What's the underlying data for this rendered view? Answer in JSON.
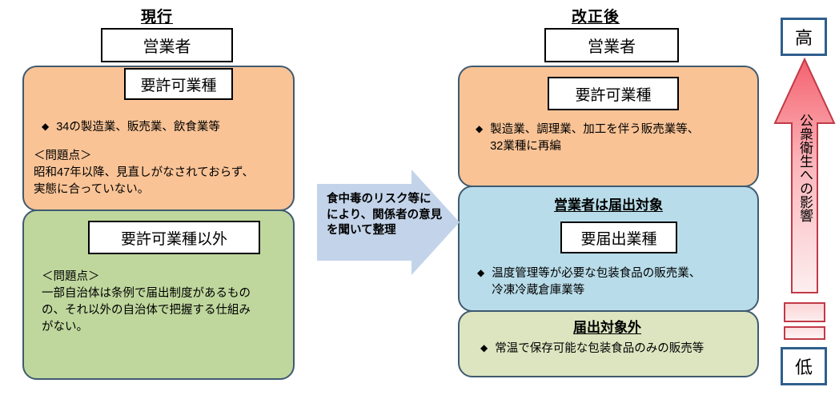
{
  "headings": {
    "current": "現行",
    "revised": "改正後"
  },
  "left_panel": {
    "operator_box": "営業者",
    "licence_box": "要許可業種",
    "licence_bullet": "34の製造業、販売業、飲食業等",
    "licence_issue": "＜問題点＞\n昭和47年以降、見直しがなされておらず、\n実態に合っていない。",
    "non_licence_box": "要許可業種以外",
    "non_licence_issue": "＜問題点＞\n一部自治体は条例で届出制度があるもの\nの、それ以外の自治体で把握する仕組み\nがない。"
  },
  "process_arrow": {
    "label": "食中毒のリスク等に\nにより、関係者の意見\nを聞いて整理",
    "fill": "#c3d4ea"
  },
  "right_panel": {
    "operator_box": "営業者",
    "licence_box": "要許可業種",
    "licence_bullet": "製造業、調理業、加工を伴う販売業等、\n32業種に再編",
    "notification_heading": "営業者は届出対象",
    "notification_box": "要届出業種",
    "notification_bullet": "温度管理等が必要な包装食品の販売業、\n冷凍冷蔵倉庫業等",
    "exempt_heading": "届出対象外",
    "exempt_bullet": "常温で保存可能な包装食品のみの販売等"
  },
  "scale": {
    "high": "高",
    "low": "低",
    "axis_label": "公衆衛生への影響",
    "arrow_top_color": "#f4626f",
    "arrow_bottom_color": "#fdeeef",
    "tick_border": "#c03a48"
  },
  "bullet_glyph": "◆",
  "colors": {
    "orange": "#f9c396",
    "green": "#bfd79d",
    "blue": "#b8dce9",
    "light_green": "#dde5c0",
    "panel_border": "#3f5a70",
    "chip_border": "#2e5e8e"
  }
}
